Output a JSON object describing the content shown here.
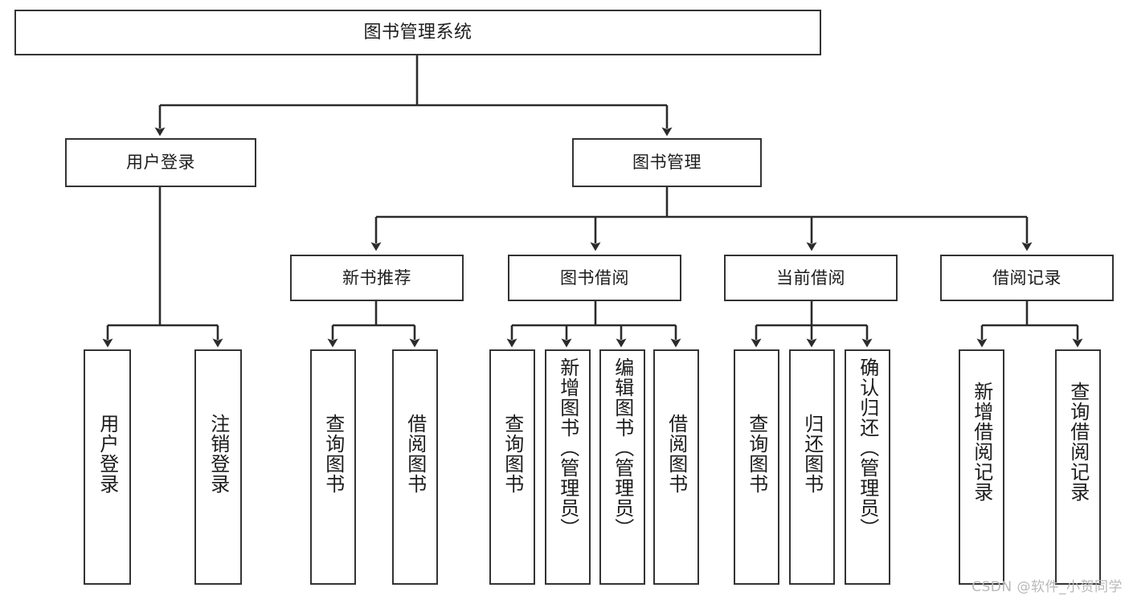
{
  "diagram": {
    "type": "tree-hierarchy-chart",
    "title": "图书管理系统",
    "colors": {
      "border": "#333333",
      "background": "#ffffff",
      "text": "#1c1c1c",
      "connector": "#2b2b2b",
      "watermark": "#b9b9b9"
    },
    "levels": {
      "level1": [
        {
          "id": "root",
          "label": "图书管理系统"
        }
      ],
      "level2": [
        {
          "id": "user-login",
          "label": "用户登录"
        },
        {
          "id": "book-management",
          "label": "图书管理"
        }
      ],
      "level3": [
        {
          "id": "new-book-recommend",
          "label": "新书推荐"
        },
        {
          "id": "book-borrow",
          "label": "图书借阅"
        },
        {
          "id": "current-borrow",
          "label": "当前借阅"
        },
        {
          "id": "borrow-record",
          "label": "借阅记录"
        }
      ],
      "level4": [
        {
          "id": "leaf-user-login",
          "label": "用户登录",
          "parent": "user-login"
        },
        {
          "id": "leaf-user-logout",
          "label": "注销登录",
          "parent": "user-login"
        },
        {
          "id": "leaf-query-book-1",
          "label": "查询图书",
          "parent": "new-book-recommend"
        },
        {
          "id": "leaf-borrow-book-1",
          "label": "借阅图书",
          "parent": "new-book-recommend"
        },
        {
          "id": "leaf-query-book-2",
          "label": "查询图书",
          "parent": "book-borrow"
        },
        {
          "id": "leaf-add-book",
          "label": "新增图书（管理员）",
          "parent": "book-borrow"
        },
        {
          "id": "leaf-edit-book",
          "label": "编辑图书（管理员）",
          "parent": "book-borrow"
        },
        {
          "id": "leaf-borrow-book-2",
          "label": "借阅图书",
          "parent": "book-borrow"
        },
        {
          "id": "leaf-query-book-3",
          "label": "查询图书",
          "parent": "current-borrow"
        },
        {
          "id": "leaf-return-book",
          "label": "归还图书",
          "parent": "current-borrow"
        },
        {
          "id": "leaf-confirm-return",
          "label": "确认归还（管理员）",
          "parent": "current-borrow"
        },
        {
          "id": "leaf-add-record",
          "label": "新增借阅记录",
          "parent": "borrow-record"
        },
        {
          "id": "leaf-query-record",
          "label": "查询借阅记录",
          "parent": "borrow-record"
        }
      ]
    },
    "watermark": "CSDN @软件_小贺同学"
  }
}
